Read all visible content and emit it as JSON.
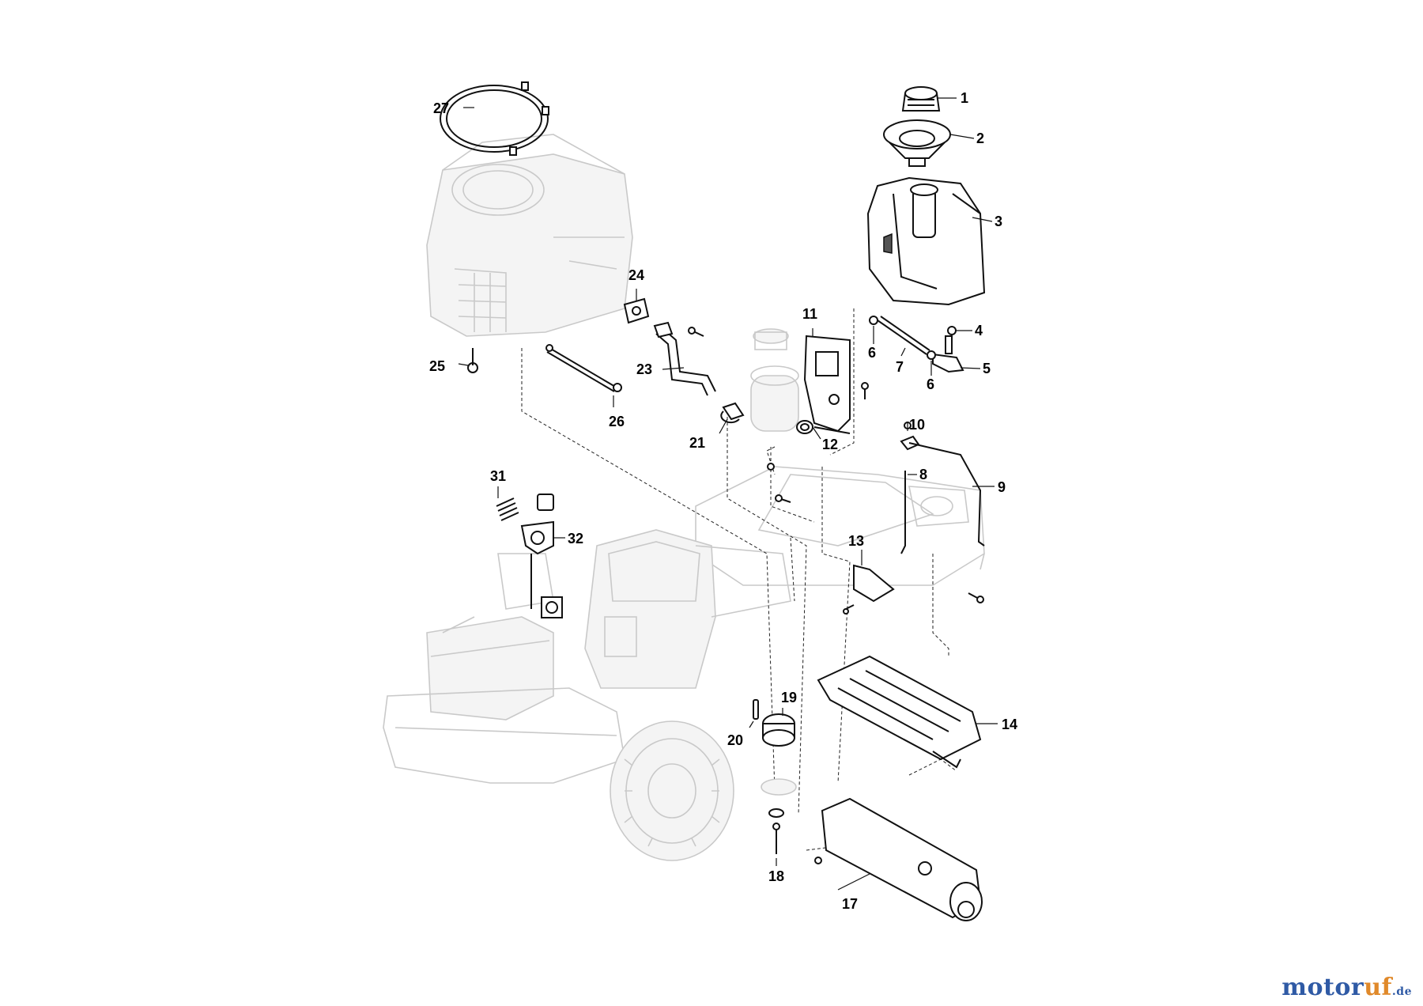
{
  "callouts": [
    "1",
    "2",
    "3",
    "4",
    "5",
    "6",
    "6",
    "7",
    "8",
    "9",
    "10",
    "11",
    "12",
    "13",
    "14",
    "17",
    "18",
    "19",
    "20",
    "21",
    "23",
    "24",
    "25",
    "26",
    "27",
    "31",
    "32"
  ],
  "watermark": {
    "part1": "motor",
    "part2": "uf",
    "part3": ".de"
  },
  "colors": {
    "ghost": "#c9c9c9",
    "part": "#111111",
    "brand_blue": "#2f5aa5",
    "brand_orange": "#e0892a"
  }
}
